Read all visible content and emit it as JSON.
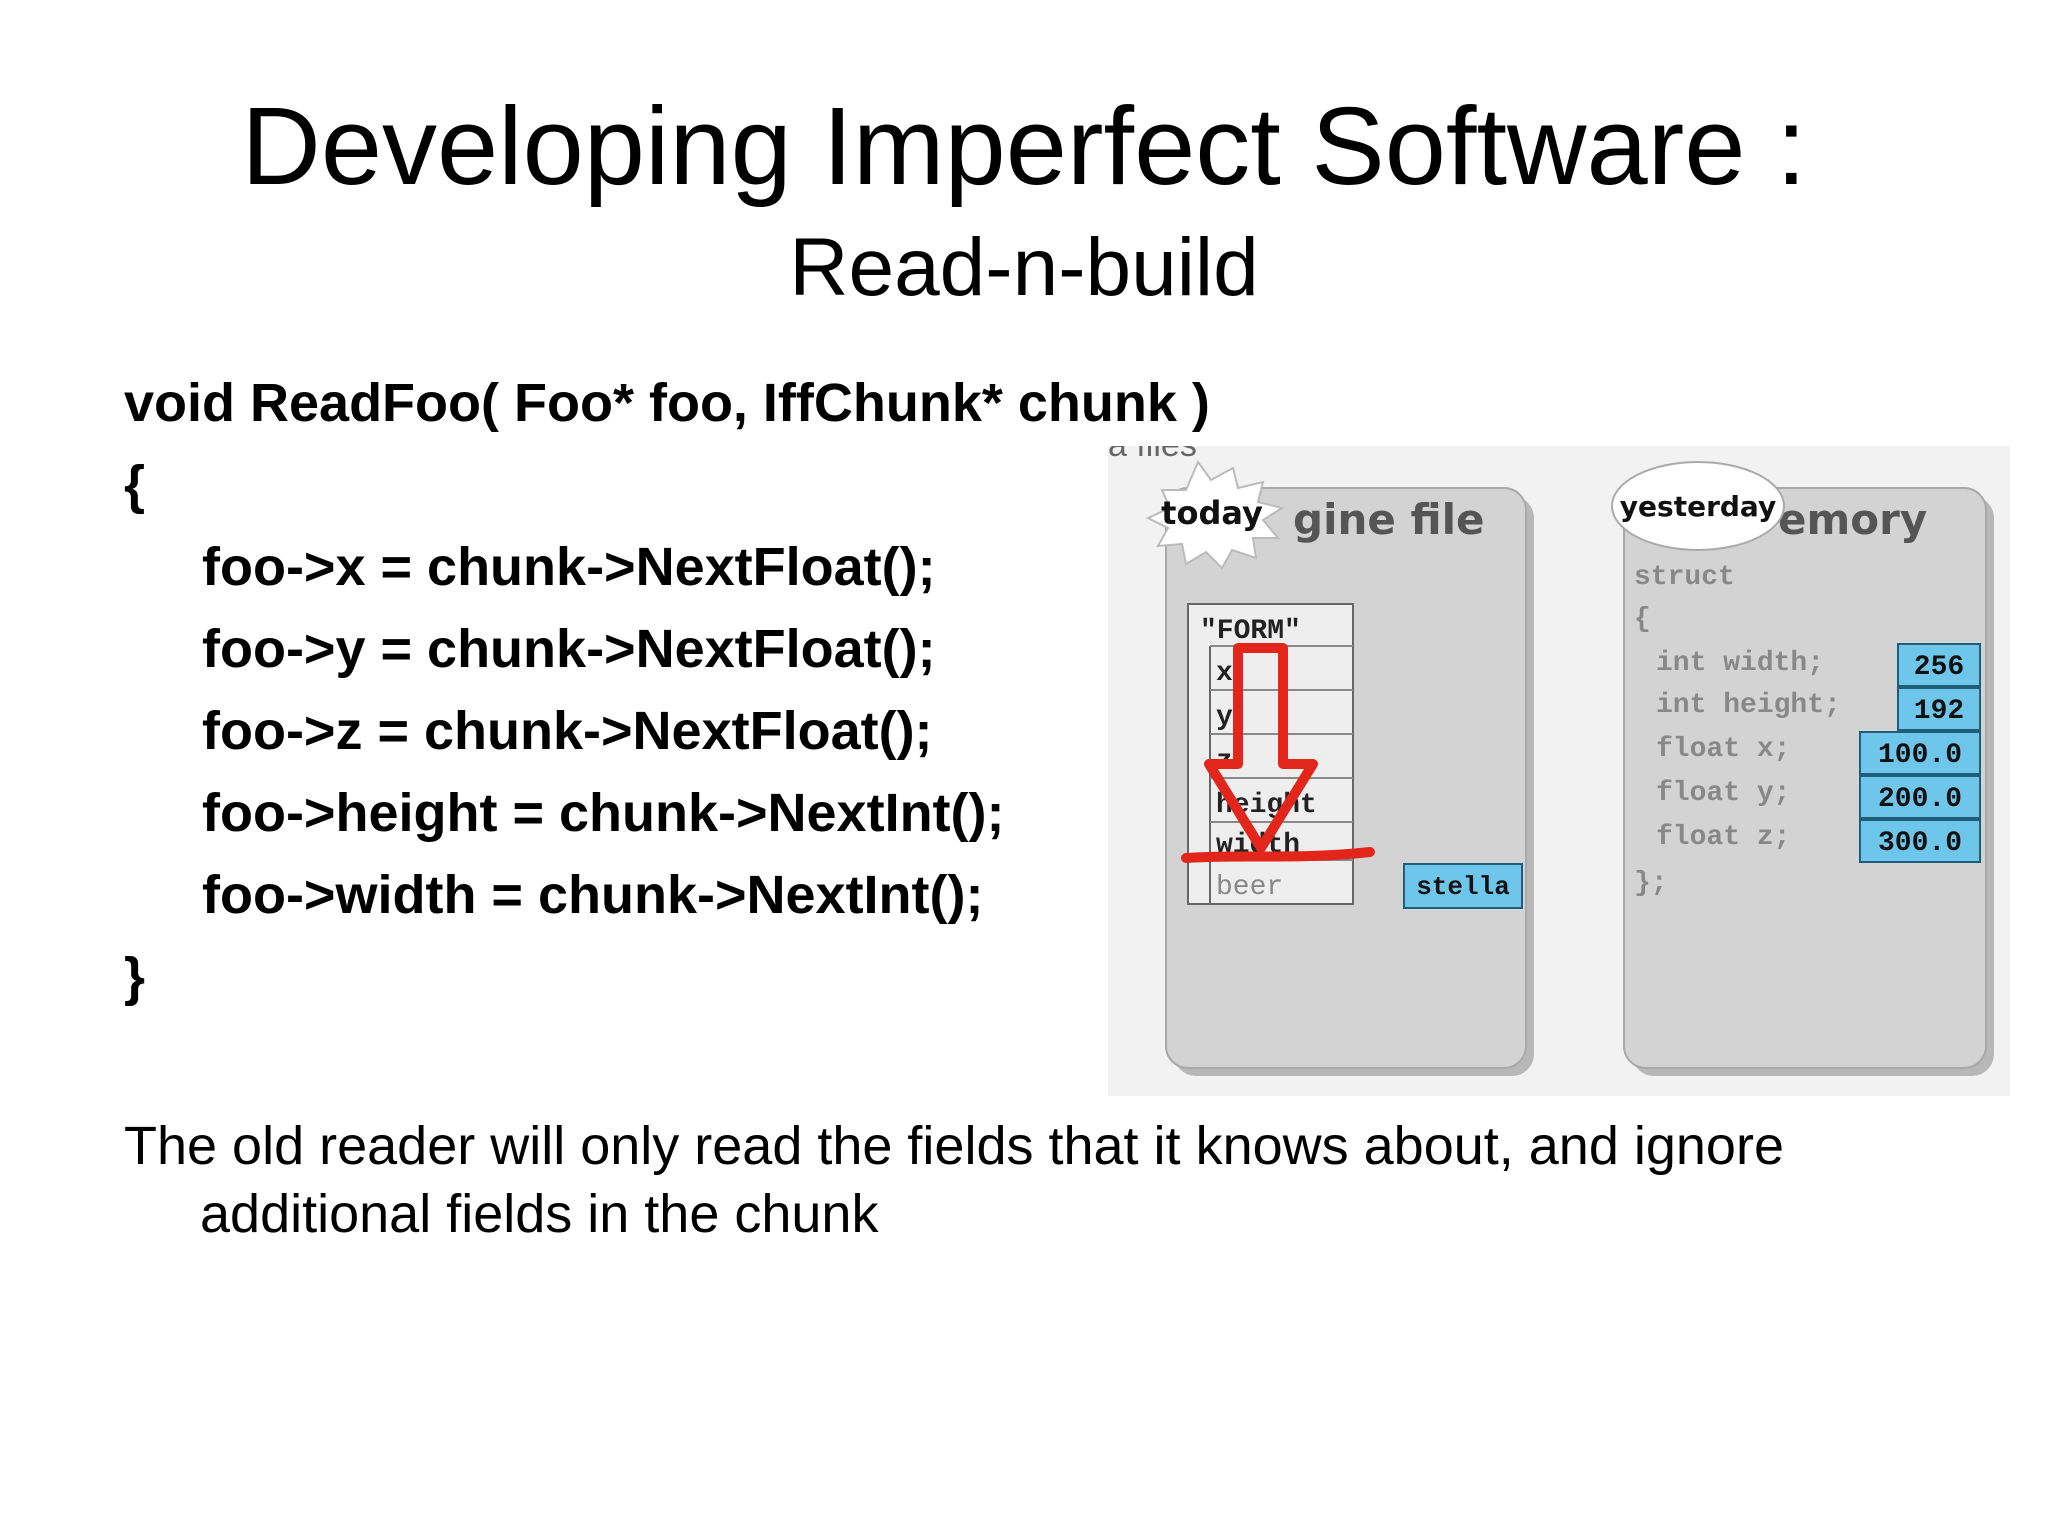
{
  "slide": {
    "title": "Developing Imperfect Software :",
    "subtitle": "Read-n-build"
  },
  "code": {
    "lines": [
      "void ReadFoo( Foo* foo, IffChunk* chunk )",
      "{",
      "foo->x = chunk->NextFloat();",
      "foo->y = chunk->NextFloat();",
      "foo->z = chunk->NextFloat();",
      "foo->height = chunk->NextInt();",
      "foo->width = chunk->NextInt();",
      "}"
    ]
  },
  "note": {
    "line1": "The old reader will only read the fields that it knows about, and ignore",
    "line2": "additional fields in the chunk"
  },
  "figure": {
    "top_fragment": "a files",
    "left_panel": {
      "title": "gine file",
      "badge": "today",
      "form_label": "\"FORM\"",
      "rows": [
        "x",
        "y",
        "z",
        "height",
        "width",
        "beer"
      ],
      "extra_value": "stella"
    },
    "right_panel": {
      "title": "emory",
      "badge": "yesterday",
      "struct_lines": [
        "struct",
        "{",
        "int width;",
        "int height;",
        "float x;",
        "float y;",
        "float z;",
        "};"
      ],
      "values": [
        "256",
        "192",
        "100.0",
        "200.0",
        "300.0"
      ]
    },
    "colors": {
      "panel": "#d3d3d3",
      "value_box": "#6ec6ea",
      "arrow": "#e3261c"
    }
  }
}
